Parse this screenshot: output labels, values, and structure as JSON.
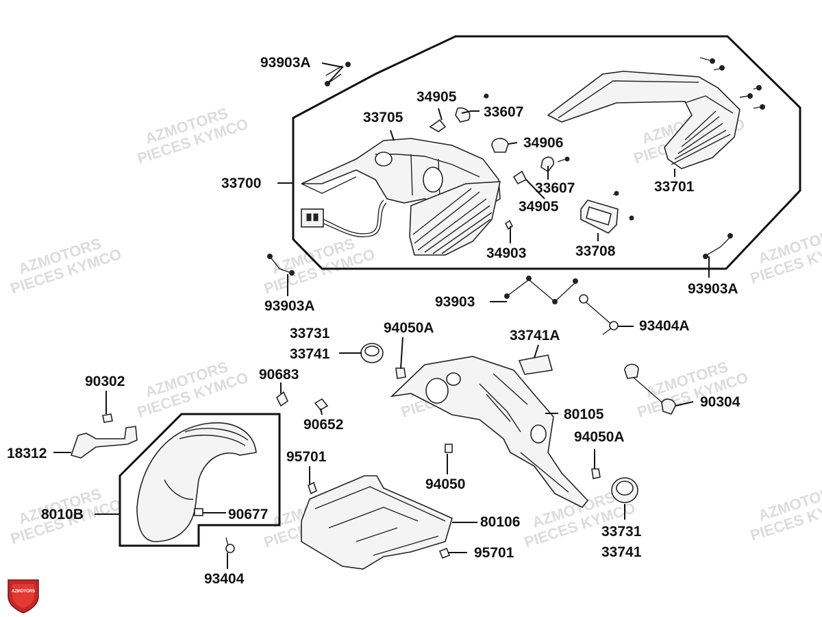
{
  "watermark": {
    "line1": "AZMOTORS",
    "line2": "PIECES KYMCO",
    "color": "#dcdcdc"
  },
  "logo": {
    "text": "AZMOTORS",
    "color": "#c62828"
  },
  "labels": {
    "p93903A_top": "93903A",
    "p34905_top": "34905",
    "p33607_top": "33607",
    "p33705": "33705",
    "p34906": "34906",
    "p33700": "33700",
    "p33607_mid": "33607",
    "p34905_mid": "34905",
    "p33701": "33701",
    "p34903": "34903",
    "p33708": "33708",
    "p93903A_left": "93903A",
    "p93903A_right": "93903A",
    "p93903": "93903",
    "p93404A": "93404A",
    "p33731_a": "33731",
    "p33741_a": "33741",
    "p94050A_top": "94050A",
    "p33741A": "33741A",
    "p90302": "90302",
    "p90683": "90683",
    "p90304": "90304",
    "p80105": "80105",
    "p90652": "90652",
    "p18312": "18312",
    "p94050A_right": "94050A",
    "p95701_top": "95701",
    "p94050": "94050",
    "p8010B": "8010B",
    "p90677": "90677",
    "p80106": "80106",
    "p33731_b": "33731",
    "p95701_bot": "95701",
    "p33741_b": "33741",
    "p93404": "93404"
  }
}
